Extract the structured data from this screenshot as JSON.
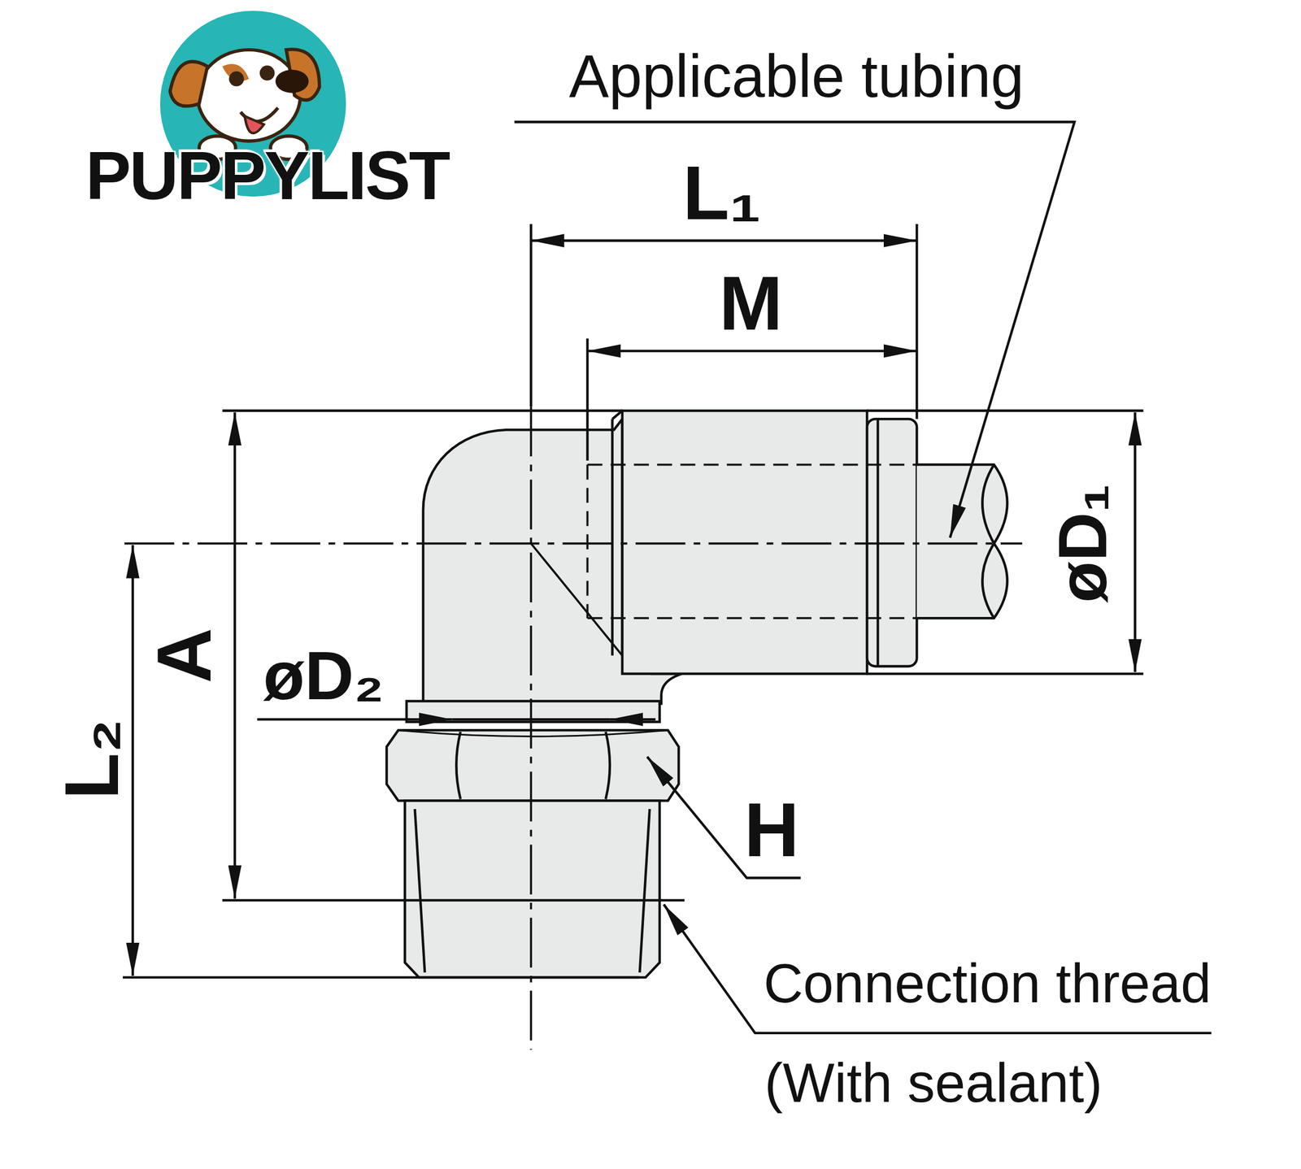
{
  "diagram": {
    "labels": [
      "PUPPYLIST",
      "Applicable tubing",
      "L₁",
      "M",
      "A",
      "øD₂",
      "øD₁",
      "H",
      "L₂",
      "Connection thread",
      "(With sealant)"
    ]
  }
}
